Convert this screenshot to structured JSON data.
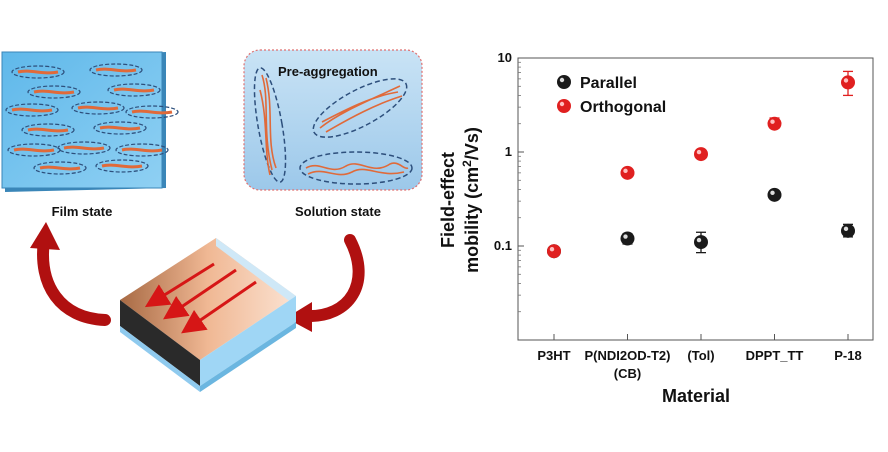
{
  "schematic": {
    "film_label": "Film state",
    "solution_label": "Solution state",
    "pre_aggregation_label": "Pre-aggregation"
  },
  "chart_data": {
    "type": "scatter",
    "ylabel_line1": "Field-effect",
    "ylabel_line2_pre": "mobility (cm",
    "ylabel_sup": "2",
    "ylabel_line2_post": "/Vs)",
    "xlabel": "Material",
    "yscale": "log",
    "ylim": [
      0.01,
      10
    ],
    "y_ticks": [
      {
        "value": 0.1,
        "label": "0.1"
      },
      {
        "value": 1,
        "label": "1"
      },
      {
        "value": 10,
        "label": "10"
      }
    ],
    "categories": [
      {
        "line1": "P3HT",
        "line2": ""
      },
      {
        "line1": "P(NDI2OD-T2)",
        "line2": "(CB)"
      },
      {
        "line1": "(Tol)",
        "line2": ""
      },
      {
        "line1": "DPPT_TT",
        "line2": ""
      },
      {
        "line1": "P-18",
        "line2": ""
      }
    ],
    "series": [
      {
        "name": "Parallel",
        "color": "#1a1a1a",
        "values": [
          0.088,
          0.12,
          0.11,
          0.35,
          0.145
        ],
        "err_low": [
          0.081,
          0.105,
          0.085,
          0.32,
          0.125
        ],
        "err_high": [
          0.095,
          0.135,
          0.14,
          0.38,
          0.17
        ]
      },
      {
        "name": "Orthogonal",
        "color": "#e02020",
        "values": [
          0.088,
          0.6,
          0.95,
          2.0,
          5.5
        ],
        "err_low": [
          0.081,
          0.56,
          0.9,
          1.8,
          4.0
        ],
        "err_high": [
          0.095,
          0.64,
          1.0,
          2.3,
          7.2
        ]
      }
    ],
    "legend_position": "top-left"
  }
}
